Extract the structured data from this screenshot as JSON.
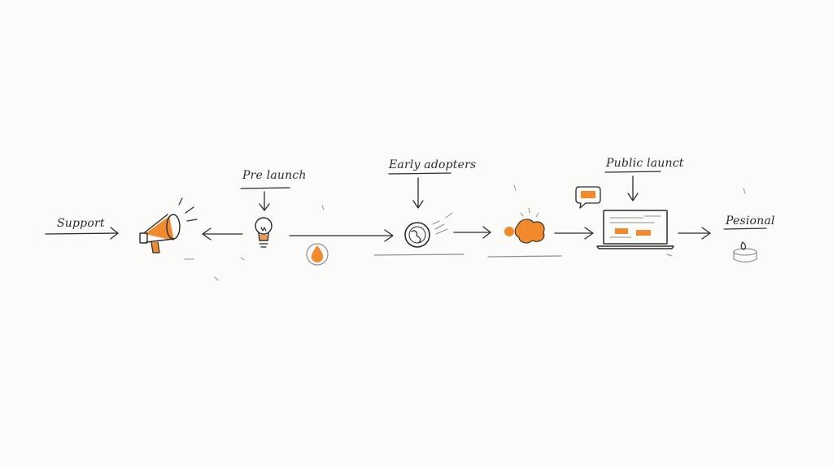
{
  "stages": {
    "support": "Support",
    "pre_launch": "Pre launch",
    "early_adopters": "Early adopters",
    "public_launch": "Public launct",
    "personal": "Pesional"
  },
  "colors": {
    "ink": "#2a2a2a",
    "accent": "#f08a2c",
    "background": "#fbfbfa"
  }
}
